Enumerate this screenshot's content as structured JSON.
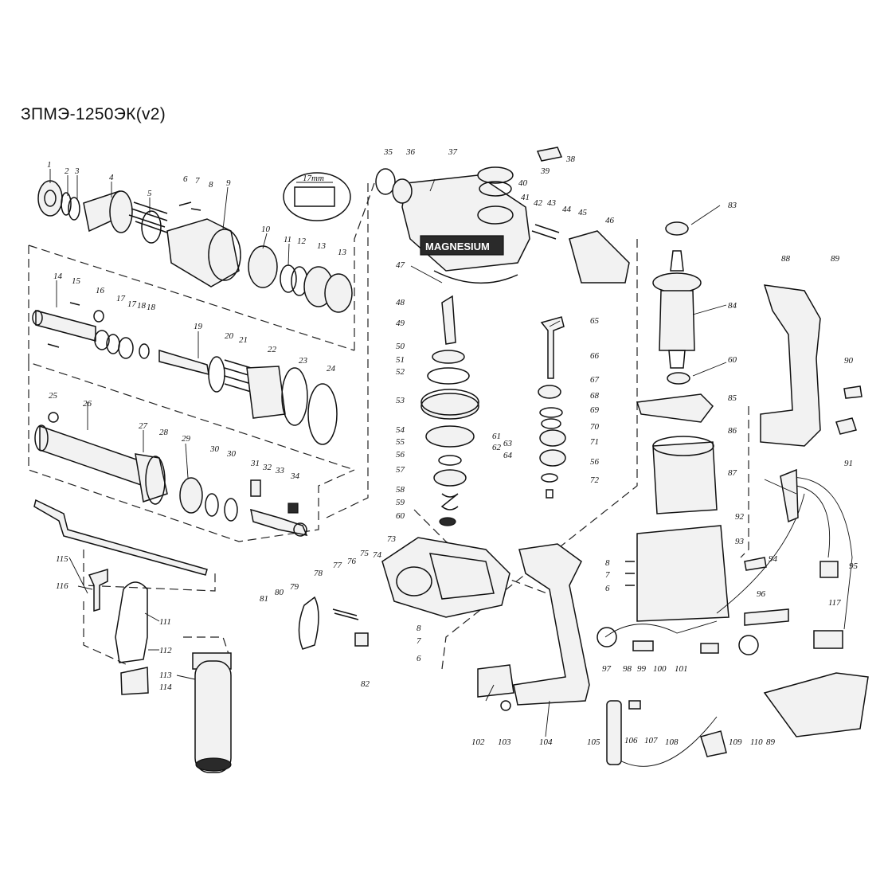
{
  "title": "ЗПМЭ-1250ЭК(v2)",
  "brand_label": "MAGNESIUM",
  "callout_label": "17mm",
  "part_numbers": [
    "1",
    "2",
    "3",
    "4",
    "5",
    "6",
    "7",
    "8",
    "9",
    "10",
    "11",
    "12",
    "13",
    "13",
    "14",
    "15",
    "16",
    "17",
    "17",
    "18",
    "18",
    "19",
    "20",
    "21",
    "22",
    "23",
    "24",
    "25",
    "26",
    "27",
    "28",
    "29",
    "30",
    "30",
    "31",
    "32",
    "33",
    "34",
    "35",
    "36",
    "37",
    "38",
    "39",
    "40",
    "41",
    "42",
    "43",
    "44",
    "45",
    "46",
    "47",
    "48",
    "49",
    "50",
    "51",
    "52",
    "53",
    "54",
    "55",
    "56",
    "57",
    "58",
    "59",
    "60",
    "61",
    "62",
    "63",
    "64",
    "65",
    "66",
    "67",
    "68",
    "69",
    "70",
    "71",
    "56",
    "72",
    "73",
    "74",
    "75",
    "76",
    "77",
    "78",
    "79",
    "80",
    "81",
    "82",
    "8",
    "7",
    "6",
    "8",
    "7",
    "6",
    "83",
    "84",
    "60",
    "85",
    "86",
    "87",
    "88",
    "89",
    "90",
    "91",
    "92",
    "93",
    "94",
    "95",
    "96",
    "97",
    "98",
    "99",
    "100",
    "101",
    "102",
    "103",
    "104",
    "105",
    "106",
    "107",
    "108",
    "109",
    "110",
    "89",
    "111",
    "112",
    "113",
    "114",
    "115",
    "116",
    "117"
  ]
}
